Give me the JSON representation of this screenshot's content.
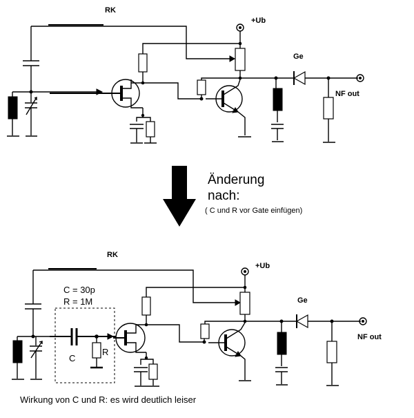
{
  "top": {
    "rk": "RK",
    "ub": "+Ub",
    "ge": "Ge",
    "nf_out": "NF out"
  },
  "arrow_text": {
    "line1": "Änderung",
    "line2": "nach:",
    "note": "( C und R vor Gate einfügen)"
  },
  "bottom": {
    "rk": "RK",
    "ub": "+Ub",
    "ge": "Ge",
    "nf_out": "NF out",
    "c_value": "C = 30p",
    "r_value": "R = 1M",
    "c_label": "C",
    "r_label": "R"
  },
  "caption": "Wirkung von C und R: es wird deutlich leiser",
  "colors": {
    "ink": "#000000",
    "background": "#ffffff"
  }
}
